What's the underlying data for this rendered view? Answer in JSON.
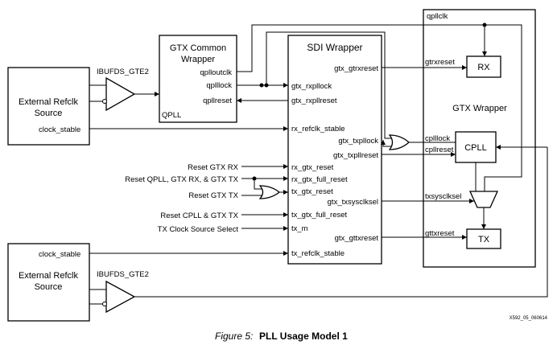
{
  "blocks": {
    "ext_top": [
      "External Refclk",
      "Source"
    ],
    "ext_top_signal": "clock_stable",
    "ext_bot": [
      "External Refclk",
      "Source"
    ],
    "ext_bot_signal": "clock_stable",
    "ibuf_top": "IBUFDS_GTE2",
    "ibuf_bot": "IBUFDS_GTE2",
    "gtx_common": {
      "title": [
        "GTX Common",
        "Wrapper"
      ],
      "subtitle": "QPLL",
      "ports": [
        "qplloutclk",
        "qplllock",
        "qpllreset"
      ]
    },
    "sdi": {
      "title": "SDI Wrapper",
      "left_ports": [
        "gtx_rxpllock",
        "gtx_rxpllreset",
        "rx_refclk_stable",
        "rx_gtx_reset",
        "rx_gtx_full_reset",
        "tx_gtx_reset",
        "tx_gtx_full_reset",
        "tx_m",
        "tx_refclk_stable"
      ],
      "right_ports": [
        "gtx_gtrxreset",
        "gtx_txpllock",
        "gtx_txpllreset",
        "gtx_txsysclksel",
        "gtx_gttxreset"
      ]
    },
    "gtx_wrapper": {
      "title": "GTX Wrapper",
      "top_signal": "qpllclk",
      "rx": "RX",
      "tx": "TX",
      "cpll": "CPLL",
      "signals": [
        "gtrxreset",
        "cplllock",
        "cpllreset",
        "txsysclksel",
        "gttxreset"
      ]
    }
  },
  "inputs": [
    "Reset GTX RX",
    "Reset QPLL, GTX RX, & GTX TX",
    "Reset GTX TX",
    "Reset CPLL & GTX TX",
    "TX Clock Source Select"
  ],
  "figure_id": "X592_05_060614",
  "caption": {
    "label": "Figure 5:",
    "title": "PLL Usage Model 1"
  }
}
